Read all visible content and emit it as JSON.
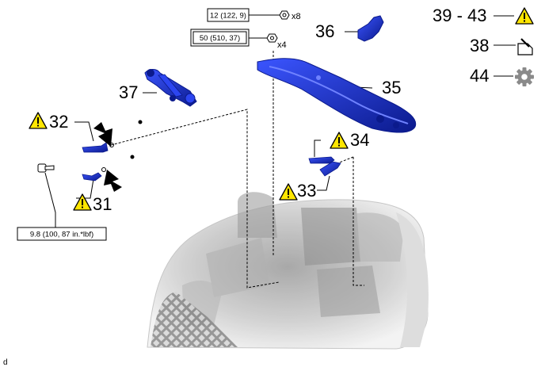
{
  "callouts": {
    "c31": "31",
    "c32": "32",
    "c33": "33",
    "c34": "34",
    "c35": "35",
    "c36": "36",
    "c37": "37",
    "c38": "38",
    "c39_43": "39 - 43",
    "c44": "44"
  },
  "torque": {
    "t1": "12 (122, 9)",
    "t2": "50 (510, 37)",
    "t3": "9.8 (100, 87 in.*lbf)"
  },
  "quantities": {
    "q1": "x8",
    "q2": "x4"
  },
  "corner_mark": "d",
  "icons": {
    "caution": "caution-triangle-icon",
    "grease": "grease-apply-icon",
    "gear": "gear-icon"
  },
  "colors": {
    "part_blue": "#1a2fd6",
    "part_dark": "#0b1a8c",
    "caution_yellow": "#ffe600"
  }
}
